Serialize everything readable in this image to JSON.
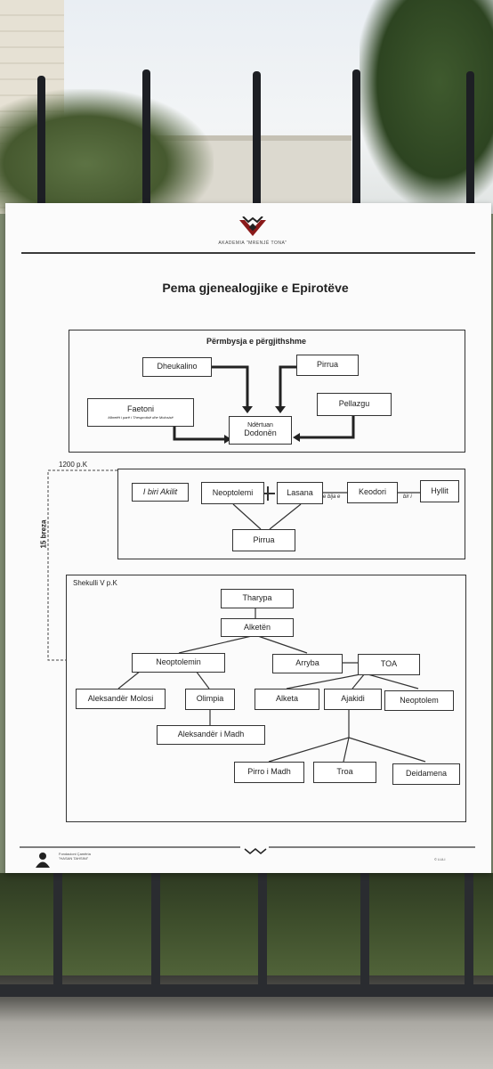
{
  "header": {
    "academy": "AKADEMIA \"MRENJË TONA\"",
    "title": "Pema gjenealogjike e Epirotëve"
  },
  "overview": {
    "label": "Përmbysja e përgjithshme",
    "dheukalino": "Dheukalino",
    "pirrua": "Pirrua",
    "faetoni": "Faetoni",
    "faetoni_sub": "Mbretët i parë i Thesprotisë dhe Molosisë",
    "pellazgu": "Pellazgu",
    "dodona_line1": "Ndërtuan",
    "dodona_line2": "Dodonën"
  },
  "side": {
    "year": "1200 p.K",
    "generations": "15 breza"
  },
  "middle": {
    "biri_akilit": "I biri Akilit",
    "neoptolemi": "Neoptolemi",
    "lasana": "Lasana",
    "e_bija_e": "e bija e",
    "keodori": "Keodori",
    "bir_i": "bir i",
    "hyllit": "Hyllit",
    "pirrua": "Pirrua"
  },
  "bottom": {
    "label": "Shekulli V p.K",
    "tharypa": "Tharypa",
    "alketen": "Alketën",
    "neoptolemin": "Neoptolemin",
    "arryba": "Arryba",
    "toa": "TOA",
    "aleksander_molosi": "Aleksandër Molosi",
    "olimpia": "Olimpia",
    "alketa": "Alketa",
    "ajakidi": "Ajakidi",
    "neoptolem": "Neoptolem",
    "aleksander_madh": "Aleksandër i Madh",
    "pirro_madh": "Pirro i Madh",
    "troa": "Troa",
    "deidamena": "Deidamena"
  },
  "footer": {
    "org_line1": "Fondacioni Çamëria",
    "org_line2": "\"HASAN TAHSINI\"",
    "author": "© LULI"
  }
}
